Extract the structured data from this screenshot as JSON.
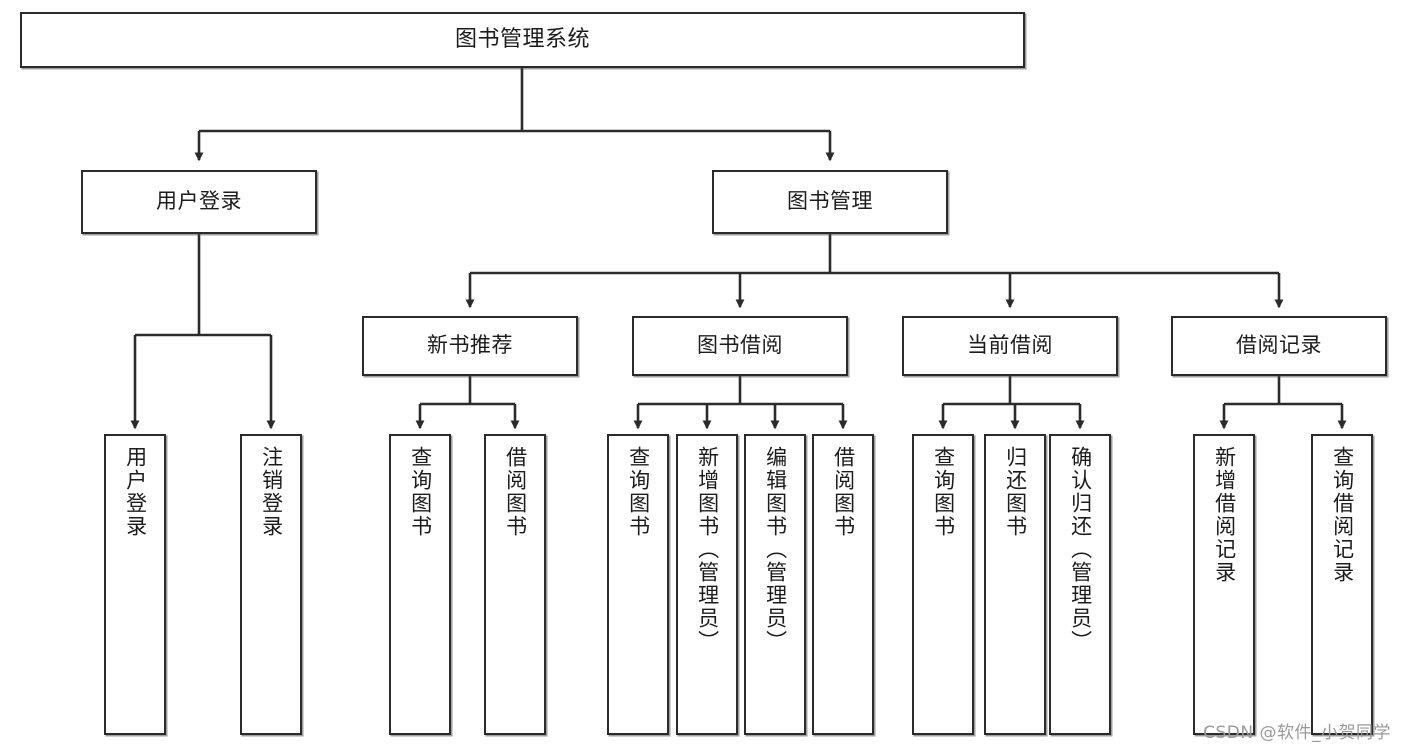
{
  "diagram": {
    "title": "图书管理系统",
    "watermark": "CSDN @软件_小贺同学",
    "type": "tree",
    "edge_color": "#2b2b2b",
    "node_border_color": "#2b2b2b",
    "node_fill_color": "#ffffff",
    "text_color": "#1c1c1c",
    "nodes": {
      "root": {
        "label": "图书管理系统"
      },
      "level2": [
        {
          "id": "user-login",
          "label": "用户登录"
        },
        {
          "id": "book-manage",
          "label": "图书管理"
        }
      ],
      "level3": [
        {
          "id": "new-book-rec",
          "label": "新书推荐"
        },
        {
          "id": "book-borrow",
          "label": "图书借阅"
        },
        {
          "id": "current-borrow",
          "label": "当前借阅"
        },
        {
          "id": "borrow-record",
          "label": "借阅记录"
        }
      ],
      "leaves": {
        "user_login": [
          {
            "id": "leaf-user-login",
            "label": "用户登录"
          },
          {
            "id": "leaf-user-logout",
            "label": "注销登录"
          }
        ],
        "new_book_rec": [
          {
            "id": "leaf-query-book-1",
            "label": "查询图书"
          },
          {
            "id": "leaf-borrow-book-1",
            "label": "借阅图书"
          }
        ],
        "book_borrow": [
          {
            "id": "leaf-query-book-2",
            "label": "查询图书"
          },
          {
            "id": "leaf-add-book",
            "label": "新增图书（管理员）"
          },
          {
            "id": "leaf-edit-book",
            "label": "编辑图书（管理员）"
          },
          {
            "id": "leaf-borrow-book-2",
            "label": "借阅图书"
          }
        ],
        "current_borrow": [
          {
            "id": "leaf-query-book-3",
            "label": "查询图书"
          },
          {
            "id": "leaf-return-book",
            "label": "归还图书"
          },
          {
            "id": "leaf-confirm-return",
            "label": "确认归还（管理员）"
          }
        ],
        "borrow_record": [
          {
            "id": "leaf-add-record",
            "label": "新增借阅记录"
          },
          {
            "id": "leaf-query-record",
            "label": "查询借阅记录"
          }
        ]
      }
    }
  }
}
